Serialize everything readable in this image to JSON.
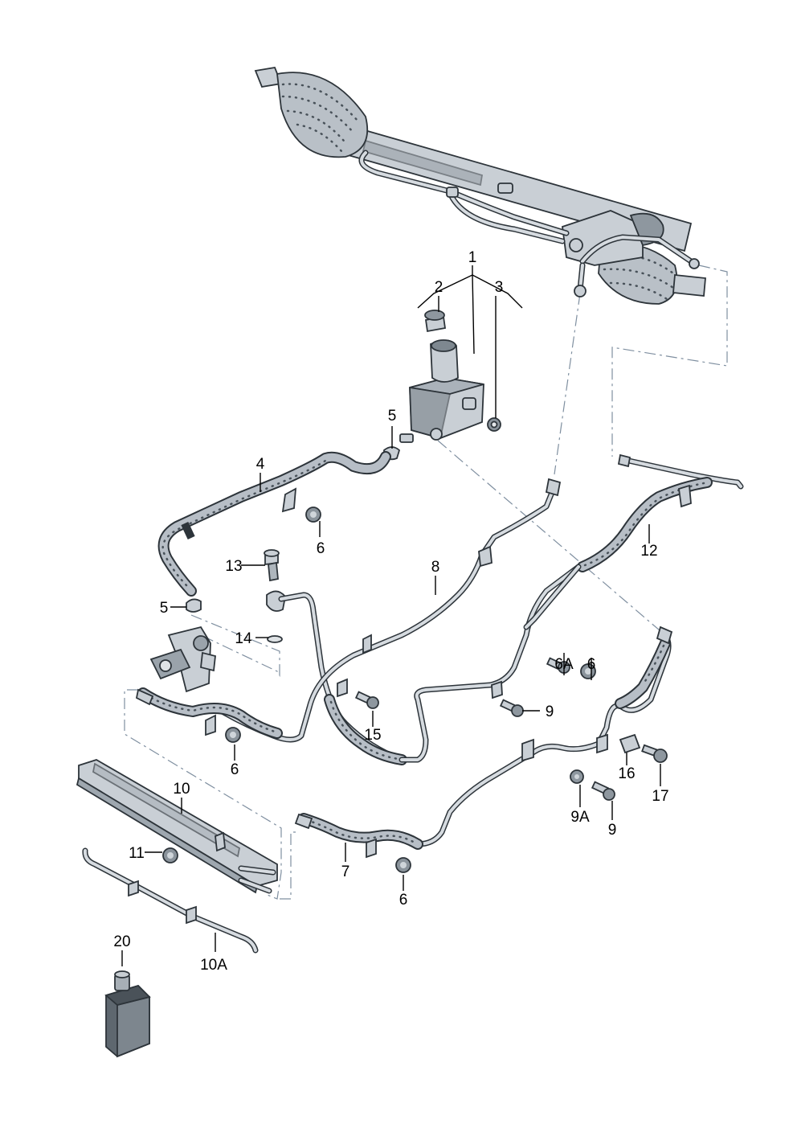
{
  "callouts": {
    "c1": "1",
    "c2": "2",
    "c3": "3",
    "c4": "4",
    "c5a": "5",
    "c5b": "5",
    "c6a": "6",
    "c6b": "6",
    "c6c": "6",
    "c6d": "6",
    "c6A": "6A",
    "c7": "7",
    "c8": "8",
    "c9a": "9",
    "c9b": "9",
    "c9A": "9A",
    "c10": "10",
    "c10A": "10A",
    "c11": "11",
    "c12": "12",
    "c13": "13",
    "c14": "14",
    "c15": "15",
    "c16": "16",
    "c17": "17",
    "c20": "20"
  }
}
